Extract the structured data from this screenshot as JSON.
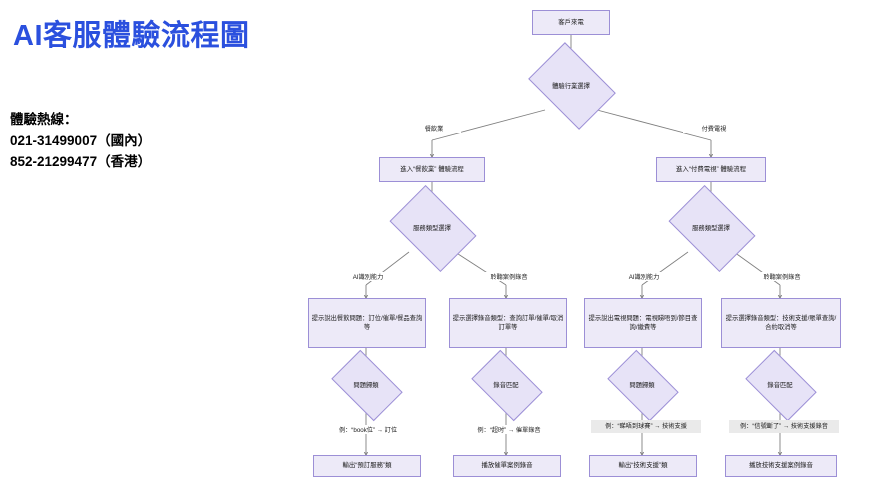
{
  "header": {
    "title": "AI客服體驗流程圖",
    "title_color": "#2B50DE",
    "hotline_label": "體驗熱線：",
    "hotline_domestic": "021-31499007（國內）",
    "hotline_hk": "852-21299477（香港）"
  },
  "theme": {
    "node_fill": "#EDEAF8",
    "node_border": "#9C8FD6",
    "decision_fill": "#E7E3F7",
    "label_box_fill": "#EAEAEA",
    "connector": "#7f7f7f"
  },
  "flow": {
    "start": "客戶來電",
    "industry_decision": "體驗行業選擇",
    "branch_food_label": "餐飲業",
    "branch_tv_label": "付費電視",
    "enter_food": "進入“餐飲業” 體驗流程",
    "enter_tv": "進入“付費電視” 體驗流程",
    "service_decision_food": "服務類型選擇",
    "service_decision_tv": "服務類型選擇",
    "branch_ai_food": "AI識別能力",
    "branch_audio_food": "聆聽案例錄音",
    "branch_ai_tv": "AI識別能力",
    "branch_audio_tv": "聆聽案例錄音",
    "prompt_food_ai": "提示說出餐飲問題：訂位/催單/餐品查詢等",
    "prompt_food_audio": "提示選擇錄音類型：查詢訂單/催單/取消訂單等",
    "prompt_tv_ai": "提示說出電視問題：電視睇唔到/節目查詢/繳費等",
    "prompt_tv_audio": "提示選擇錄音類型：技術支援/賬單查詢/合約取消等",
    "classify_food": "問題歸類",
    "match_food": "錄音匹配",
    "classify_tv": "問題歸類",
    "match_tv": "錄音匹配",
    "example_food_ai": "例：“book位” → 訂位",
    "example_food_audio": "例：“超时” → 催單錄音",
    "example_tv_ai": "例：“睇唔到球賽” → 技術支援",
    "example_tv_audio": "例：“信號斷了” → 技術支援錄音",
    "output_food_ai": "輸出“預訂服務”類",
    "output_food_audio": "播放催單案例錄音",
    "output_tv_ai": "輸出“技術支援”類",
    "output_tv_audio": "播放技術支援案例錄音"
  }
}
